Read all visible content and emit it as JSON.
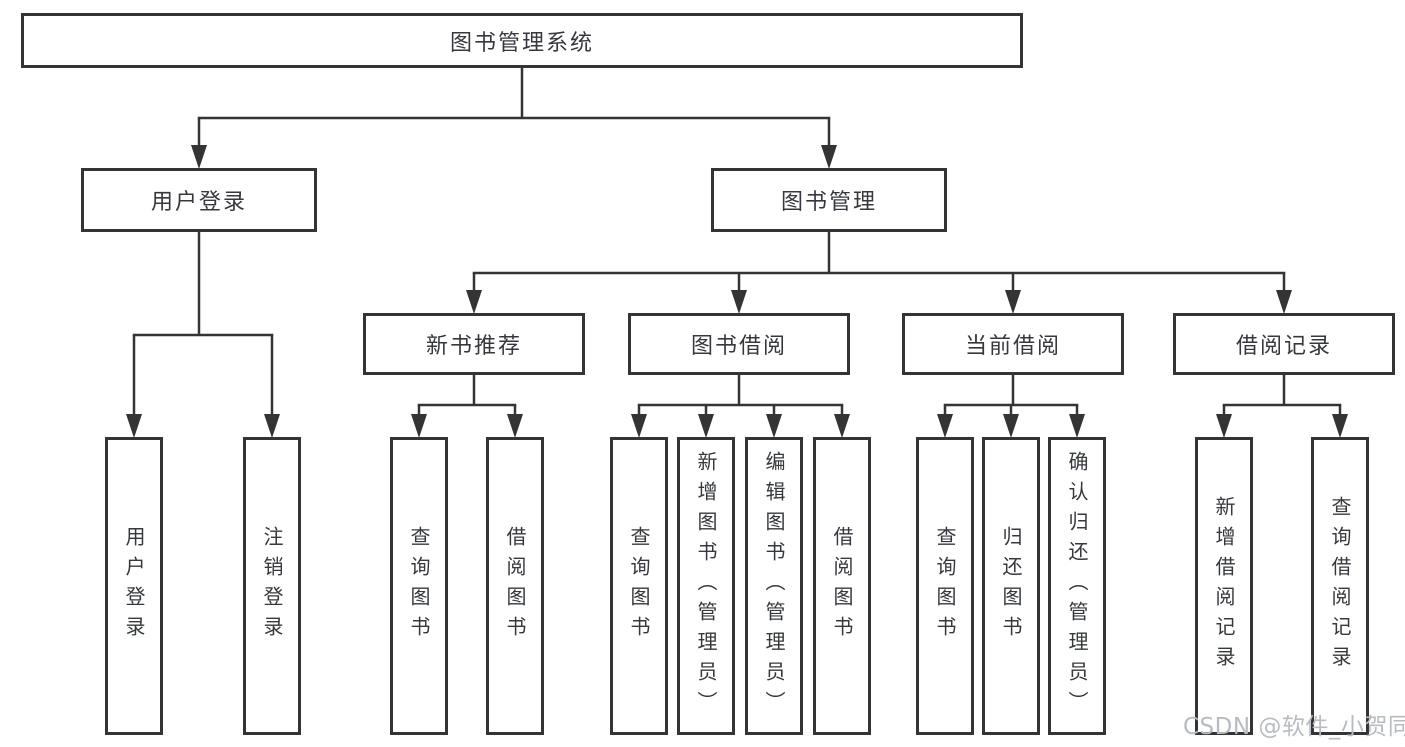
{
  "diagram": {
    "root": {
      "label": "图书管理系统"
    },
    "branches": [
      {
        "label": "用户登录",
        "children": [
          {
            "label": "用户登录"
          },
          {
            "label": "注销登录"
          }
        ]
      },
      {
        "label": "图书管理",
        "sections": [
          {
            "label": "新书推荐",
            "children": [
              {
                "label": "查询图书"
              },
              {
                "label": "借阅图书"
              }
            ]
          },
          {
            "label": "图书借阅",
            "children": [
              {
                "label": "查询图书"
              },
              {
                "label": "新增图书（管理员）"
              },
              {
                "label": "编辑图书（管理员）"
              },
              {
                "label": "借阅图书"
              }
            ]
          },
          {
            "label": "当前借阅",
            "children": [
              {
                "label": "查询图书"
              },
              {
                "label": "归还图书"
              },
              {
                "label": "确认归还（管理员）"
              }
            ]
          },
          {
            "label": "借阅记录",
            "children": [
              {
                "label": "新增借阅记录"
              },
              {
                "label": "查询借阅记录"
              }
            ]
          }
        ]
      }
    ]
  },
  "watermark": {
    "text": "CSDN @软件_小贺同学"
  },
  "colors": {
    "line": "#343434",
    "text": "#36383d",
    "watermark": "#b7bbc2",
    "bg": "#ffffff"
  }
}
